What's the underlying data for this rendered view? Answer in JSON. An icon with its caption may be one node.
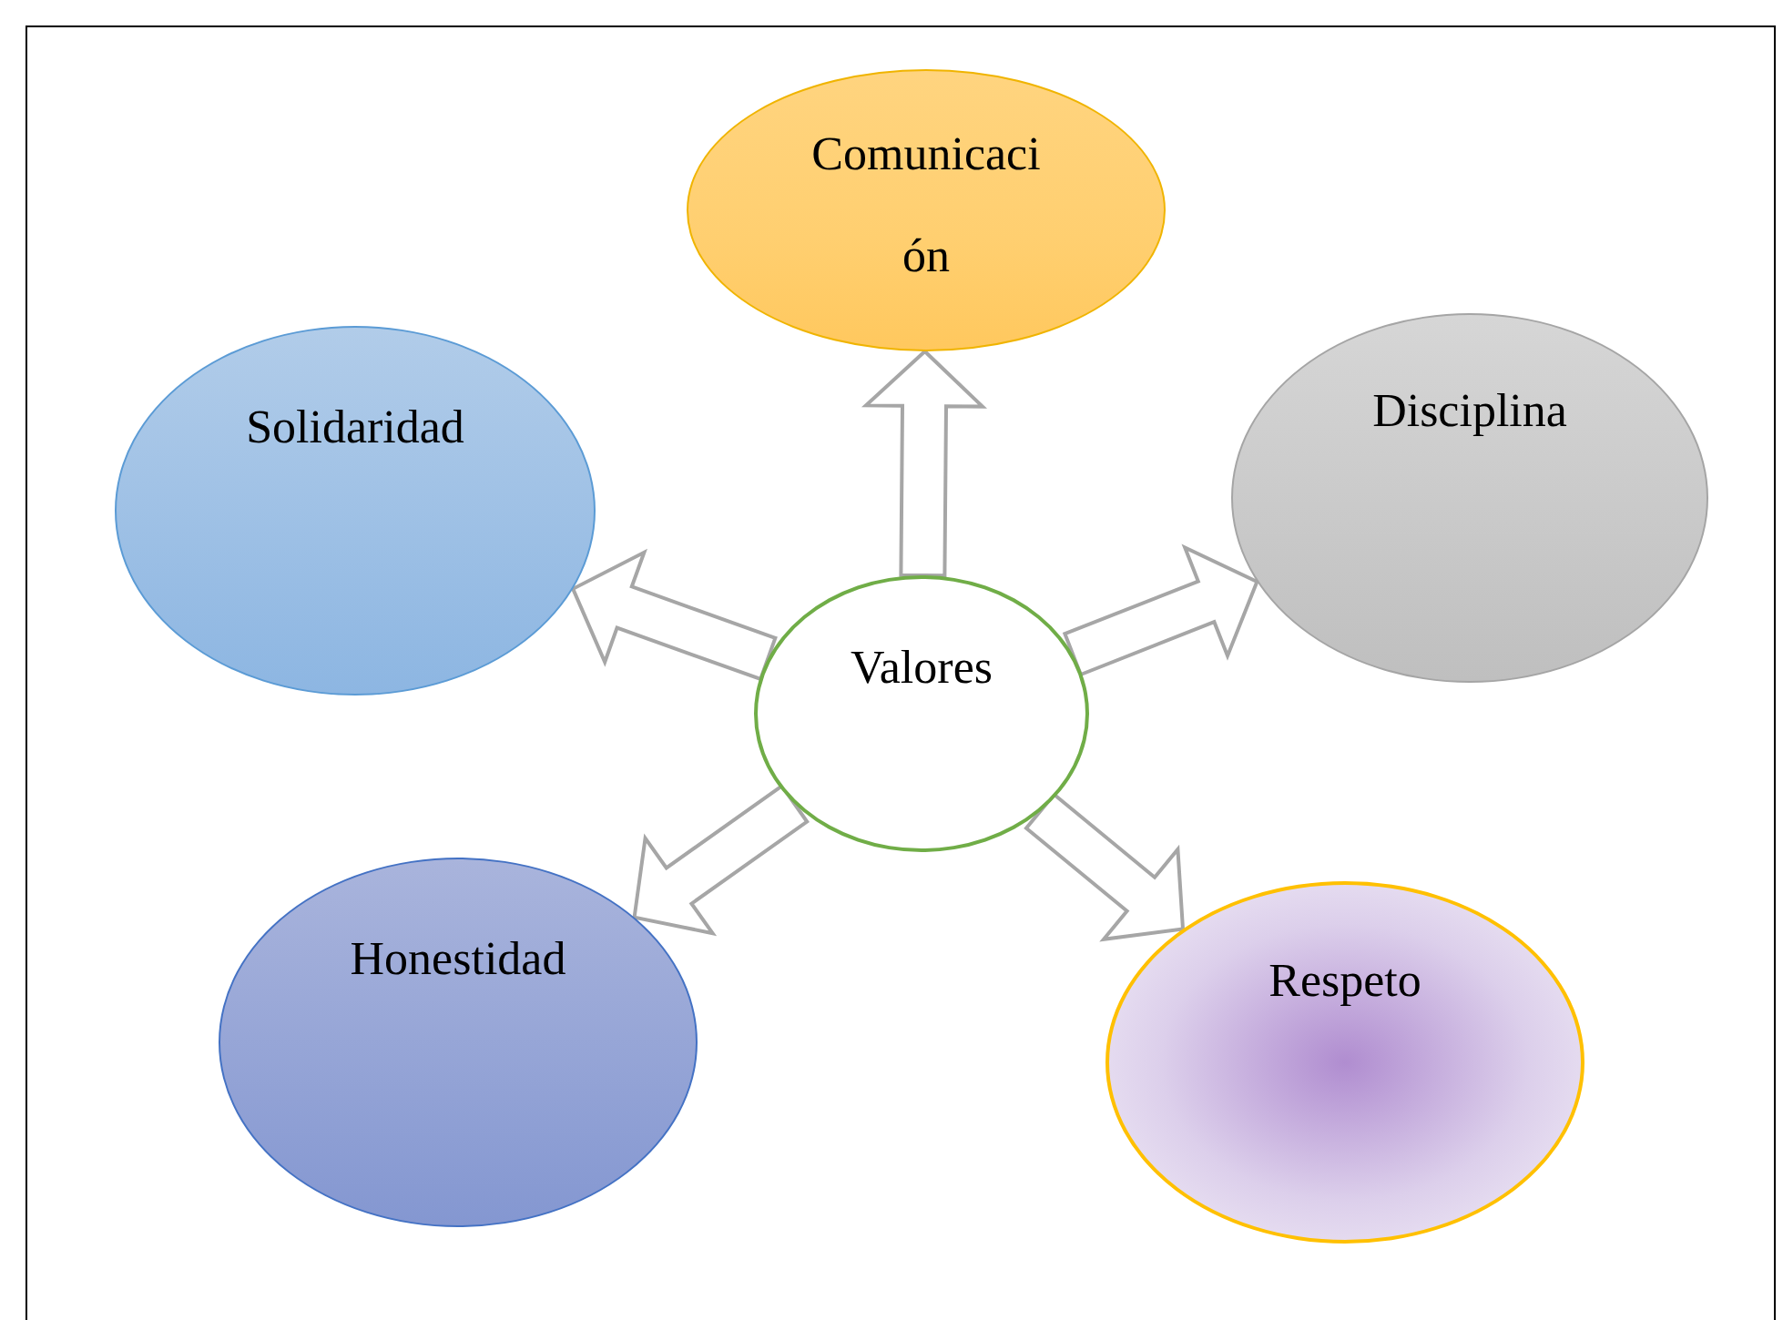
{
  "diagram": {
    "nodes": [
      {
        "text": [
          "Valores"
        ]
      },
      {
        "text": [
          "Comunicación"
        ]
      },
      {
        "text": [
          "Disciplina"
        ]
      },
      {
        "text": [
          "Solidaridad"
        ]
      },
      {
        "text": [
          "Honestidad"
        ]
      },
      {
        "text": [
          "Respeto"
        ]
      }
    ],
    "edges": [
      {
        "from": 0,
        "to": 1,
        "arrow": "to"
      },
      {
        "from": 0,
        "to": 2,
        "arrow": "to"
      },
      {
        "from": 0,
        "to": 3,
        "arrow": "to"
      },
      {
        "from": 0,
        "to": 4,
        "arrow": "to"
      },
      {
        "from": 0,
        "to": 5,
        "arrow": "to"
      }
    ]
  }
}
